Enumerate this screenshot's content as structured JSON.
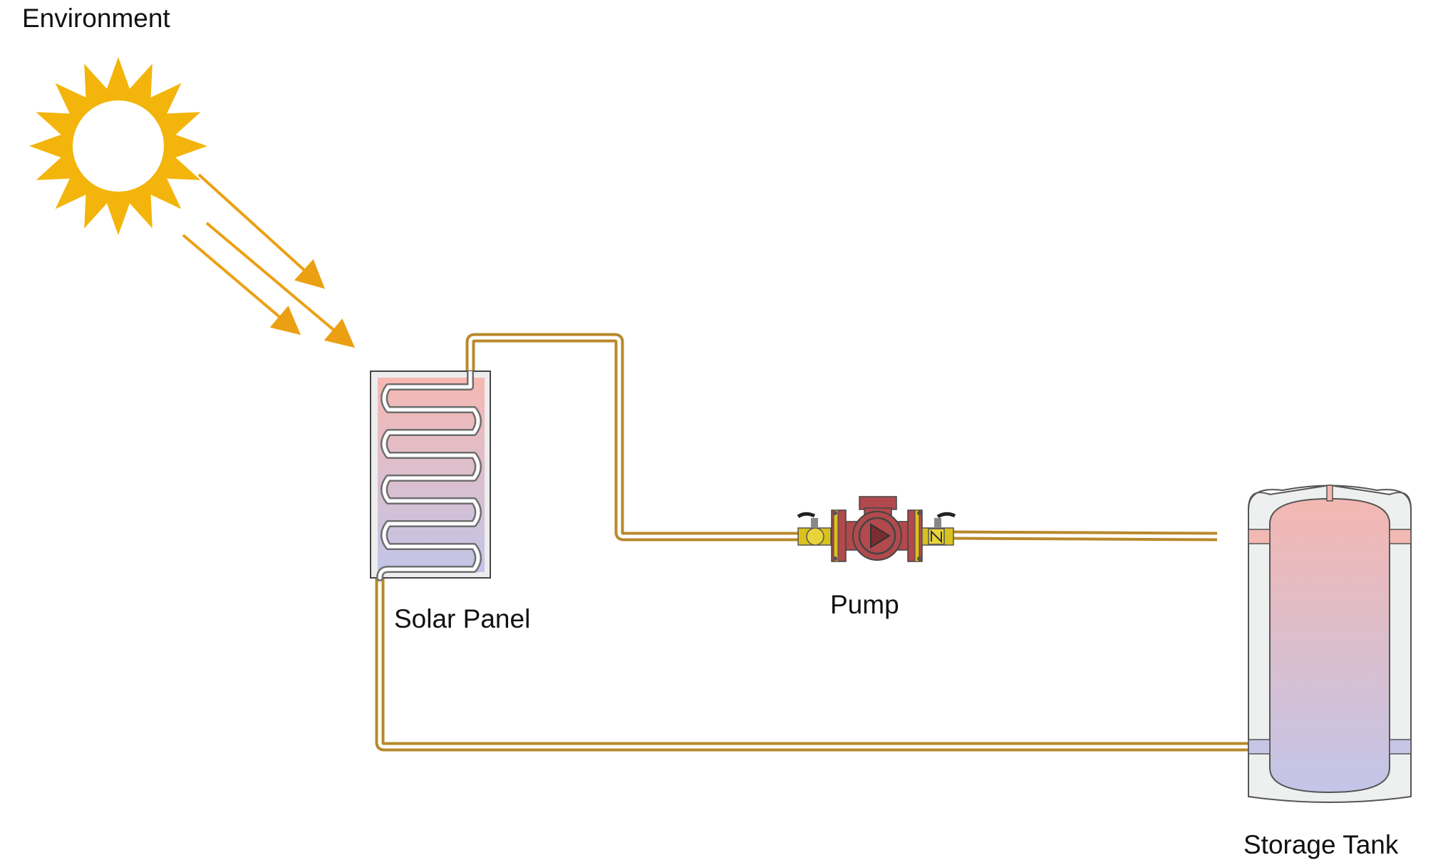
{
  "labels": {
    "environment": "Environment",
    "solar_panel": "Solar Panel",
    "pump": "Pump",
    "storage_tank": "Storage Tank"
  },
  "colors": {
    "sun": "#F3B50B",
    "sun_core": "#FFFFFF",
    "rays": "#EBA013",
    "pipe": "#B8892C",
    "panel_hot": "#F6B8B2",
    "panel_cold": "#C2C5E8",
    "tank_hot": "#F4B7B1",
    "tank_cold": "#C3C5E9",
    "tank_shell": "#EEEFEF",
    "pump_body": "#B04A4D",
    "valve": "#D9C21E"
  },
  "icons": {
    "sun": "sun-icon",
    "rays": "sun-ray-arrow-icon",
    "panel": "solar-panel-icon",
    "pump": "circulation-pump-icon",
    "valve_left": "ball-valve-icon",
    "valve_right": "check-valve-icon",
    "tank": "storage-tank-icon"
  }
}
